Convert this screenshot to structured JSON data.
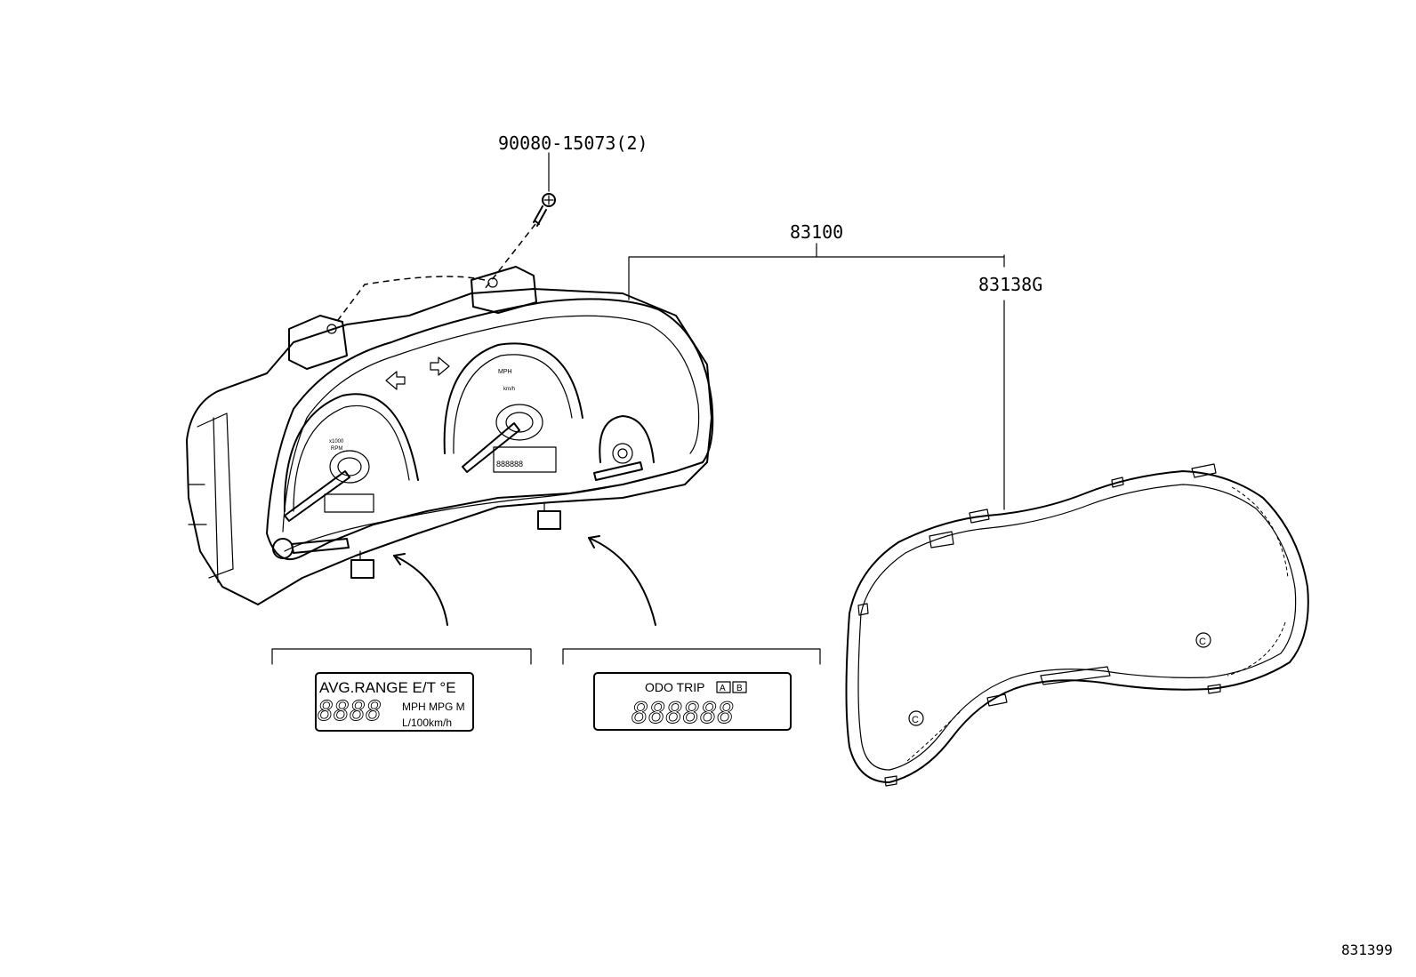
{
  "labels": {
    "screw": "90080-15073(2)",
    "assembly": "83100",
    "glass": "83138G",
    "figure_id": "831399"
  },
  "multi_display": {
    "top_row": "AVG.RANGE E/T °E",
    "digits": "8888",
    "units_1": "MPH MPG M",
    "units_2": "L/100km/h"
  },
  "odo_display": {
    "mode_text": "ODO TRIP",
    "badge_a": "A",
    "badge_b": "B",
    "digits": "888888"
  },
  "icons": [
    "screw-icon",
    "arrow-icon",
    "gauge-needle-icon"
  ]
}
